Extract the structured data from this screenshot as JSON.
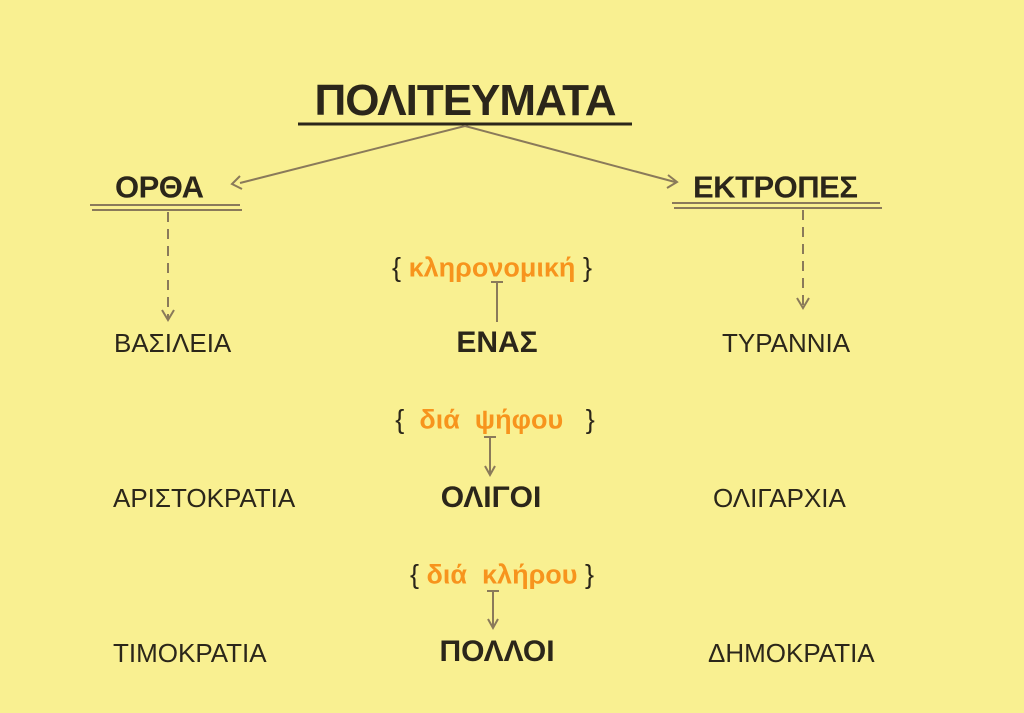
{
  "title": "ΠΟΛΙΤΕΥΜΑΤΑ",
  "categories": {
    "left": "ΟΡΘΑ",
    "right": "ΕΚΤΡΟΠΕΣ"
  },
  "left_column": [
    "ΒΑΣΙΛΕΙΑ",
    "ΑΡΙΣΤΟΚΡΑΤΙΑ",
    "ΤΙΜΟΚΡΑΤΙΑ"
  ],
  "middle_column": [
    "ΕΝΑΣ",
    "ΟΛΙΓΟΙ",
    "ΠΟΛΛΟΙ"
  ],
  "right_column": [
    "ΤΥΡΑΝΝΙΑ",
    "ΟΛΙΓΑΡΧΙΑ",
    "ΔΗΜΟΚΡΑΤΙΑ"
  ],
  "methods": [
    "κληρονομική",
    "διά  ψήφου",
    "διά  κλήρου"
  ],
  "brace_open": "{",
  "brace_close": "}",
  "colors": {
    "background": "#f9f091",
    "text": "#2b261a",
    "accent": "#f7941d",
    "arrow": "#8a7a5a"
  }
}
